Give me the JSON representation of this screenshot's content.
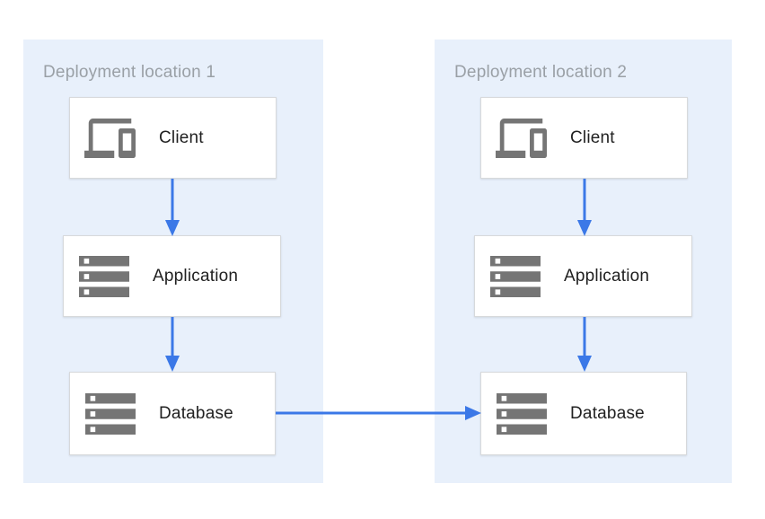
{
  "colors": {
    "zone_background": "#e8f0fb",
    "node_background": "#ffffff",
    "node_border": "#d7d9db",
    "arrow": "#3b78e7",
    "icon_gray": "#757575",
    "zone_title_text": "#9aa0a6",
    "node_label_text": "#212121"
  },
  "zones": [
    {
      "title": "Deployment location 1",
      "nodes": [
        {
          "label": "Client",
          "icon": "devices-icon"
        },
        {
          "label": "Application",
          "icon": "storage-icon"
        },
        {
          "label": "Database",
          "icon": "storage-icon"
        }
      ]
    },
    {
      "title": "Deployment location 2",
      "nodes": [
        {
          "label": "Client",
          "icon": "devices-icon"
        },
        {
          "label": "Application",
          "icon": "storage-icon"
        },
        {
          "label": "Database",
          "icon": "storage-icon"
        }
      ]
    }
  ],
  "connections": [
    {
      "from": "zone1-client",
      "to": "zone1-application",
      "direction": "down"
    },
    {
      "from": "zone1-application",
      "to": "zone1-database",
      "direction": "down"
    },
    {
      "from": "zone2-client",
      "to": "zone2-application",
      "direction": "down"
    },
    {
      "from": "zone2-application",
      "to": "zone2-database",
      "direction": "down"
    },
    {
      "from": "zone1-database",
      "to": "zone2-database",
      "direction": "right"
    }
  ]
}
